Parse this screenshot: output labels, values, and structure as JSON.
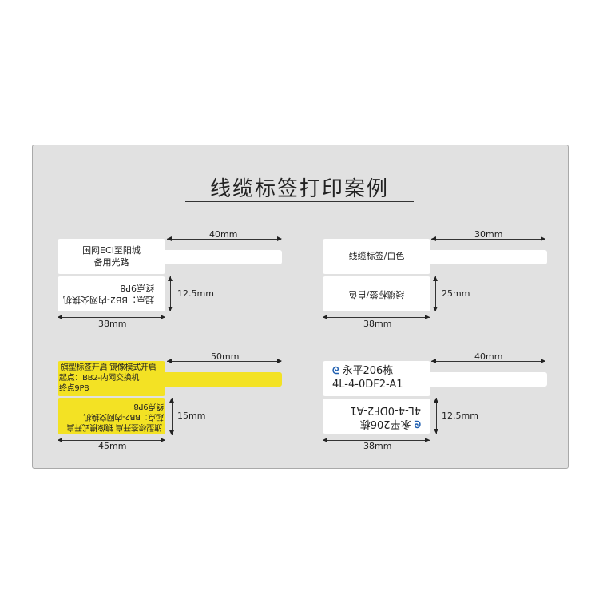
{
  "title": "线缆标签打印案例",
  "labels": [
    {
      "tail_len": "40mm",
      "head_width": "38mm",
      "head_height": "12.5mm",
      "lines": [
        "国网ECI至阳城",
        "备用光路"
      ],
      "mirror_lines": [
        "终点9P8",
        "起点：BB2-内网交换机"
      ],
      "color": "#ffffff"
    },
    {
      "tail_len": "30mm",
      "head_width": "38mm",
      "head_height": "25mm",
      "lines": [
        "线缆标签/白色"
      ],
      "mirror_lines": [
        "线缆标签/白色"
      ],
      "color": "#ffffff"
    },
    {
      "tail_len": "50mm",
      "head_width": "45mm",
      "head_height": "15mm",
      "lines": [
        "旗型标签开启  镜像模式开启",
        "起点：BB2-内网交换机",
        "终点9P8"
      ],
      "mirror_lines": [
        "终点9P8",
        "起点：BB2-内网交换机",
        "旗型标签开启  镜像模式开启"
      ],
      "color": "#f3e224"
    },
    {
      "tail_len": "40mm",
      "head_width": "38mm",
      "head_height": "12.5mm",
      "lines": [
        "永平206栋",
        "4L-4-0DF2-A1"
      ],
      "mirror_lines": [
        "4L-4-0DF2-A1",
        "永平206栋"
      ],
      "logo_icon": "telecom-logo-icon",
      "color": "#ffffff"
    }
  ]
}
